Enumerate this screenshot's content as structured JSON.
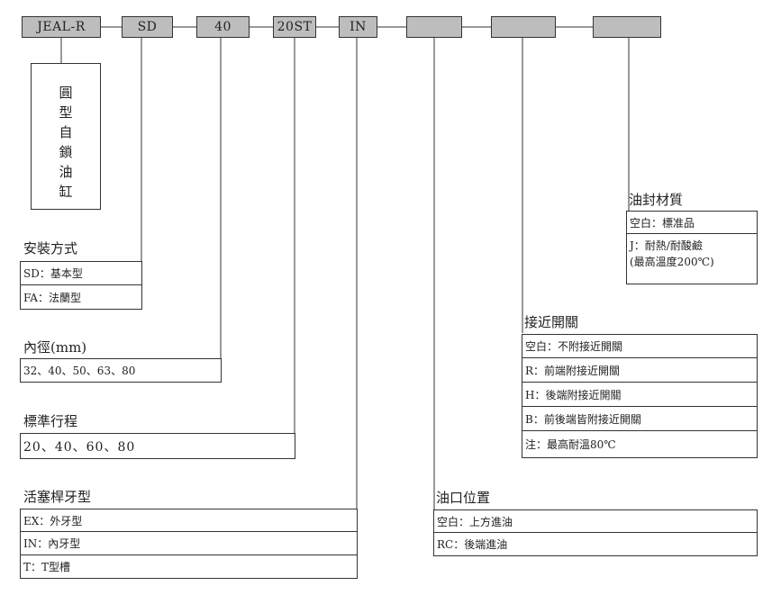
{
  "codes": [
    "JEAL-R",
    "SD",
    "40",
    "20ST",
    "IN",
    "",
    "",
    ""
  ],
  "series": {
    "chars": [
      "圓",
      "型",
      "自",
      "鎖",
      "油",
      "缸"
    ]
  },
  "groups": {
    "mount": {
      "title": "安裝方式",
      "options": [
        "SD：基本型",
        "FA：法蘭型"
      ]
    },
    "bore": {
      "title": "內徑(mm)",
      "options": [
        "32、40、50、63、80"
      ]
    },
    "stroke": {
      "title": "標準行程",
      "options": [
        "20、40、60、80"
      ]
    },
    "rod": {
      "title": "活塞桿牙型",
      "options": [
        "EX：外牙型",
        "IN：內牙型",
        "T：T型槽"
      ]
    },
    "port": {
      "title": "油口位置",
      "options": [
        "空白：上方進油",
        "RC：後端進油"
      ]
    },
    "switch": {
      "title": "接近開關",
      "options": [
        "空白：不附接近開關",
        "R：前端附接近開關",
        "H：後端附接近開關",
        "B：前後端皆附接近開關",
        "注：最高耐溫80℃"
      ]
    },
    "seal": {
      "title": "油封材質",
      "options": [
        "空白：標准品",
        "J：耐熱/耐酸鹼",
        "(最高溫度200℃)"
      ]
    }
  }
}
